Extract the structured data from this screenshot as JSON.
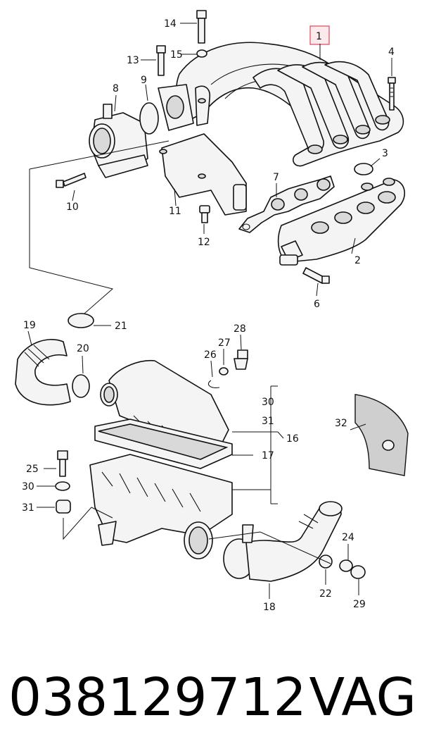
{
  "callouts": {
    "c1": "1",
    "c2": "2",
    "c3": "3",
    "c4": "4",
    "c6": "6",
    "c7": "7",
    "c8": "8",
    "c9": "9",
    "c10": "10",
    "c11": "11",
    "c12": "12",
    "c13": "13",
    "c14": "14",
    "c15": "15",
    "c16": "16",
    "c17": "17",
    "c18": "18",
    "c19": "19",
    "c20": "20",
    "c21": "21",
    "c22": "22",
    "c24": "24",
    "c25": "25",
    "c26": "26",
    "c27": "27",
    "c28": "28",
    "c29": "29",
    "c30a": "30",
    "c30b": "30",
    "c31a": "31",
    "c31b": "31",
    "c32": "32"
  },
  "footer": {
    "part_number": "038129712",
    "brand": "VAG"
  },
  "colors": {
    "highlight_box": "#e06070",
    "ink": "#111111"
  },
  "highlighted_callout": "1"
}
